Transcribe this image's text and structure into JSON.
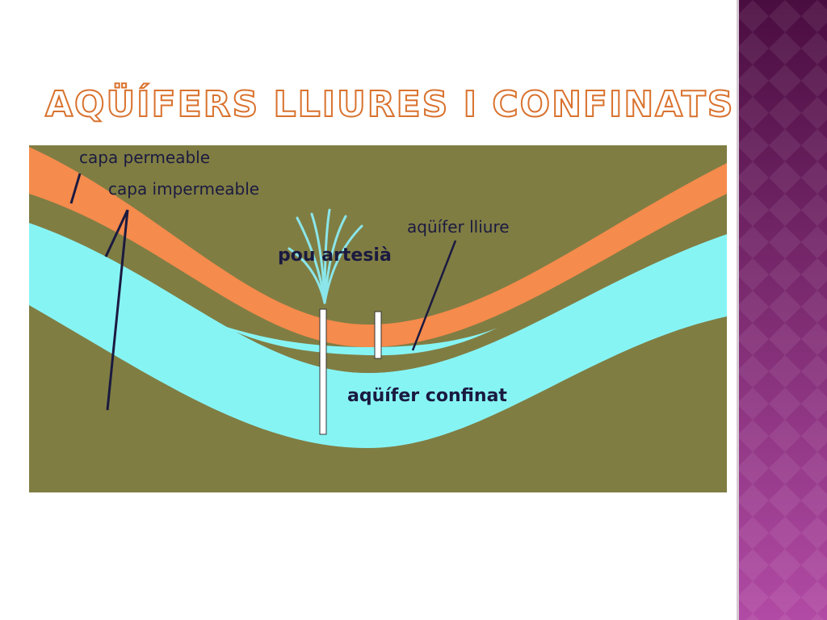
{
  "slide": {
    "title": "Aqüífers lliures i confinats"
  },
  "diagram": {
    "labels": {
      "permeable": "capa permeable",
      "impermeable": "capa impermeable",
      "artesian_well": "pou artesià",
      "free_aquifer": "aqüífer lliure",
      "confined_aquifer": "aqüífer confinat"
    }
  },
  "colors": {
    "background": "#ffffff",
    "title_outline": "#d9722e",
    "permeable_layer": "#f58b4c",
    "impermeable_layer": "#807d43",
    "aquifer_water": "#87f4f4",
    "label_text": "#1a1a40",
    "side_band_top": "#4a0d40",
    "side_band_bottom": "#b14aa4"
  }
}
